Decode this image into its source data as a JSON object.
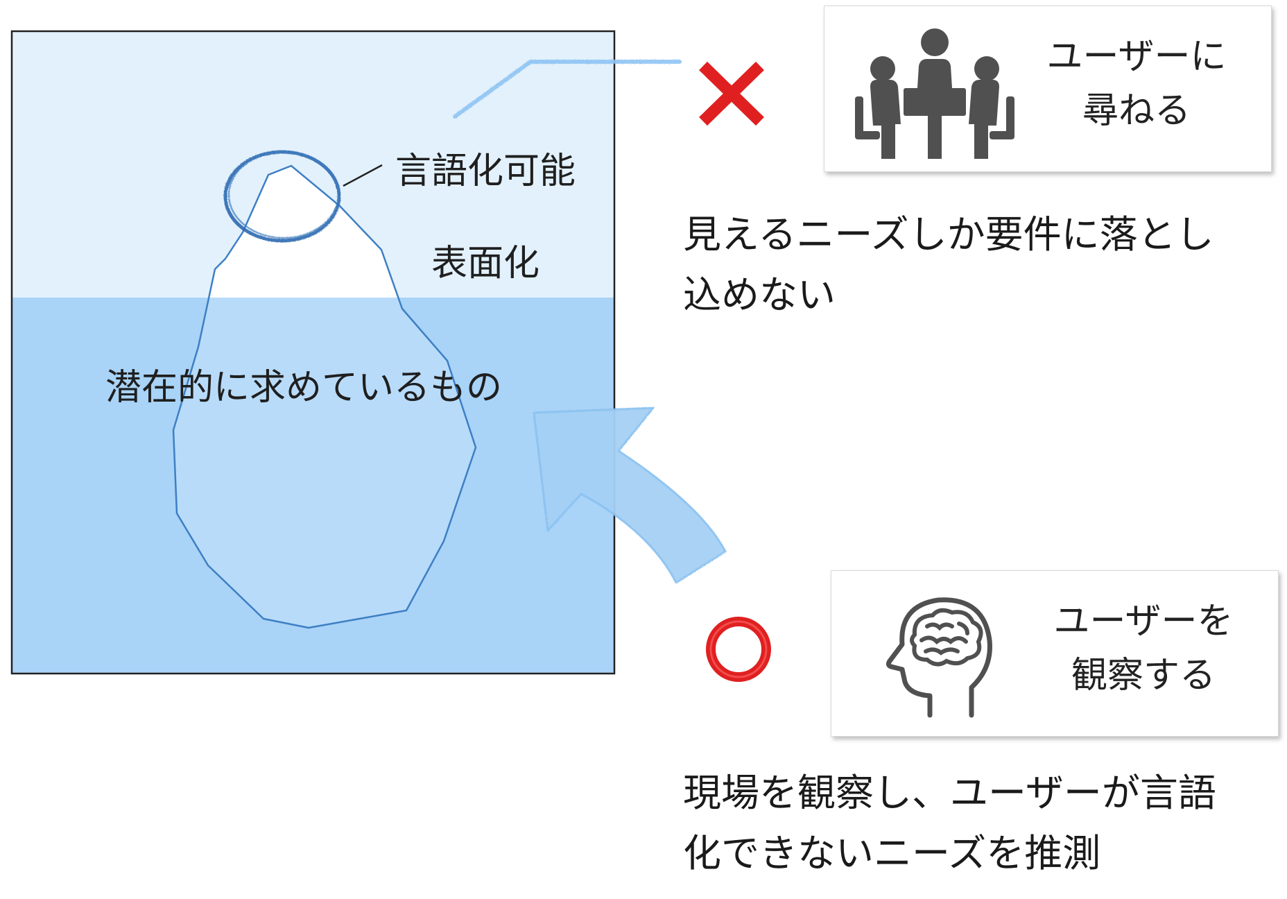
{
  "iceberg": {
    "label_verbalizable": "言語化可能",
    "label_surfaced": "表面化",
    "label_latent": "潜在的に求めているもの"
  },
  "ask": {
    "mark_icon": "cross-mark-icon",
    "card_icon": "meeting-people-icon",
    "card_line1": "ユーザーに",
    "card_line2": "尋ねる",
    "desc_line1": "見えるニーズしか要件に落とし",
    "desc_line2": "込めない"
  },
  "observe": {
    "mark_icon": "circle-mark-icon",
    "card_icon": "head-brain-icon",
    "card_line1": "ユーザーを",
    "card_line2": "観察する",
    "desc_line1": "現場を観察し、ユーザーが言語",
    "desc_line2": "化できないニーズを推測"
  },
  "colors": {
    "sky": "#e3f1fc",
    "water": "#a9d3f7",
    "iceberg_fill": "#b8dbf9",
    "iceberg_stroke": "#3d7fc4",
    "cross": "#e02020",
    "circle": "#e02020",
    "arrow": "#a5d0f5",
    "icon": "#505050"
  }
}
